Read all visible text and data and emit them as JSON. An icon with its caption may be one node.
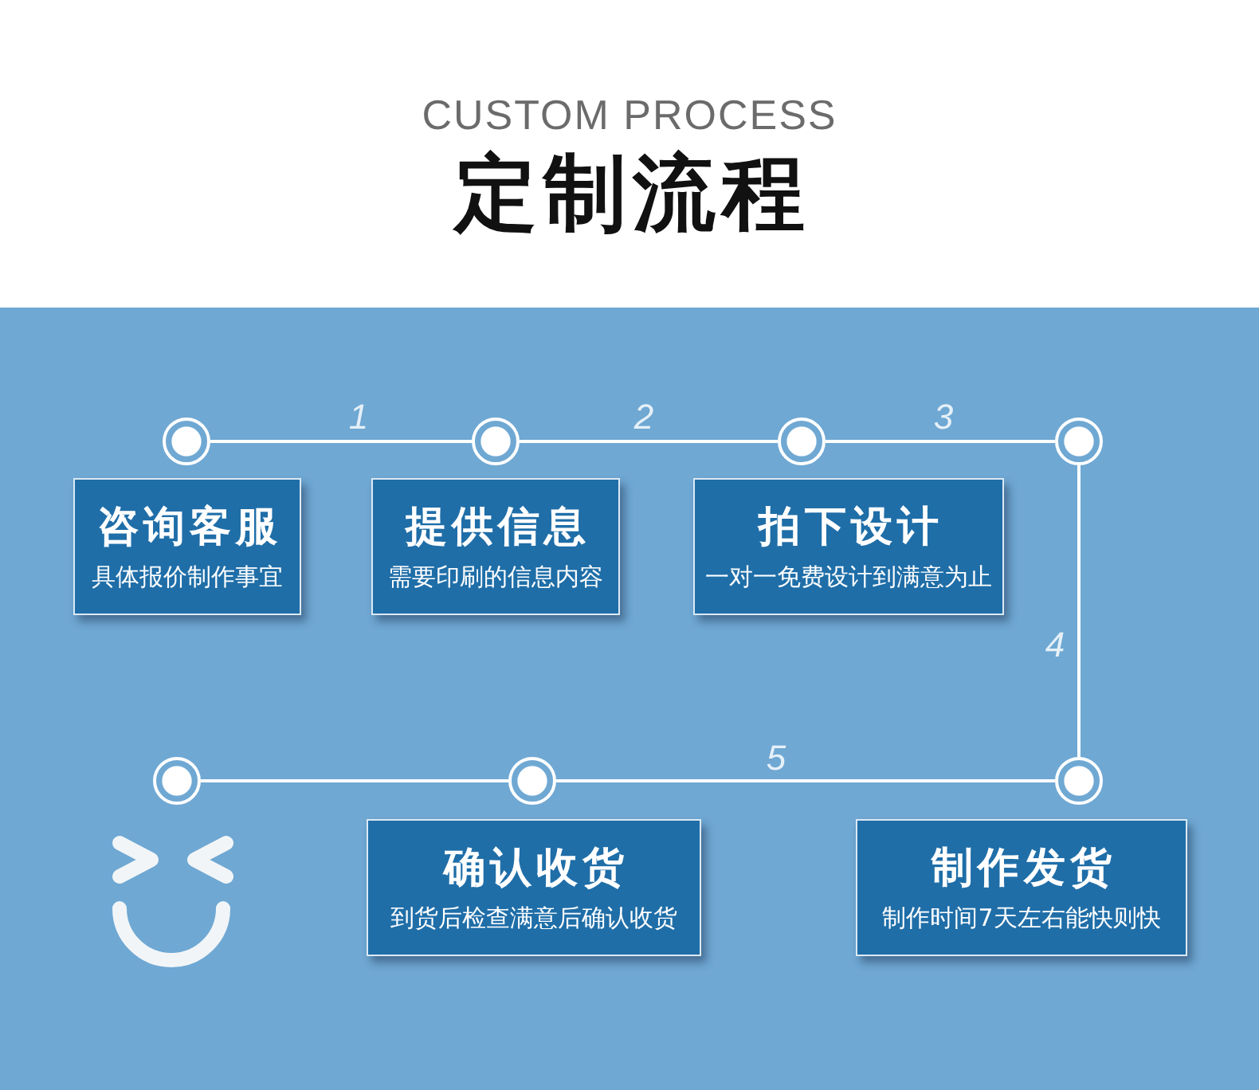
{
  "diagram": {
    "title": "定制流程",
    "nodes": [
      {
        "text": [],
        "shape": "circle"
      },
      {
        "text": [],
        "shape": "circle"
      },
      {
        "text": [],
        "shape": "circle"
      },
      {
        "text": [],
        "shape": "circle"
      },
      {
        "text": [
          "咨询客服",
          "具体报价制作事宜"
        ]
      },
      {
        "text": [
          "提供信息",
          "需要印刷的信息内容"
        ]
      },
      {
        "text": [
          "拍下设计",
          "一对一免费设计到满意为止"
        ]
      },
      {
        "text": [],
        "shape": "circle"
      },
      {
        "text": [],
        "shape": "circle"
      },
      {
        "text": [],
        "shape": "circle"
      },
      {
        "text": [
          "确认收货",
          "到货后检查满意后确认收货"
        ]
      },
      {
        "text": [
          "制作发货",
          "制作时间7天左右能快则快"
        ]
      }
    ],
    "edges": [
      {
        "from": 0,
        "to": 1,
        "arrow": "none",
        "label": "1"
      },
      {
        "from": 1,
        "to": 2,
        "arrow": "none",
        "label": "2"
      },
      {
        "from": 2,
        "to": 3,
        "arrow": "none",
        "label": "3"
      },
      {
        "from": 3,
        "to": 9,
        "arrow": "none",
        "label": "4"
      },
      {
        "from": 9,
        "to": 8,
        "arrow": "none",
        "label": "5"
      },
      {
        "from": 8,
        "to": 7,
        "arrow": "none"
      }
    ],
    "labels": [
      "CUSTOM PROCESS"
    ]
  }
}
